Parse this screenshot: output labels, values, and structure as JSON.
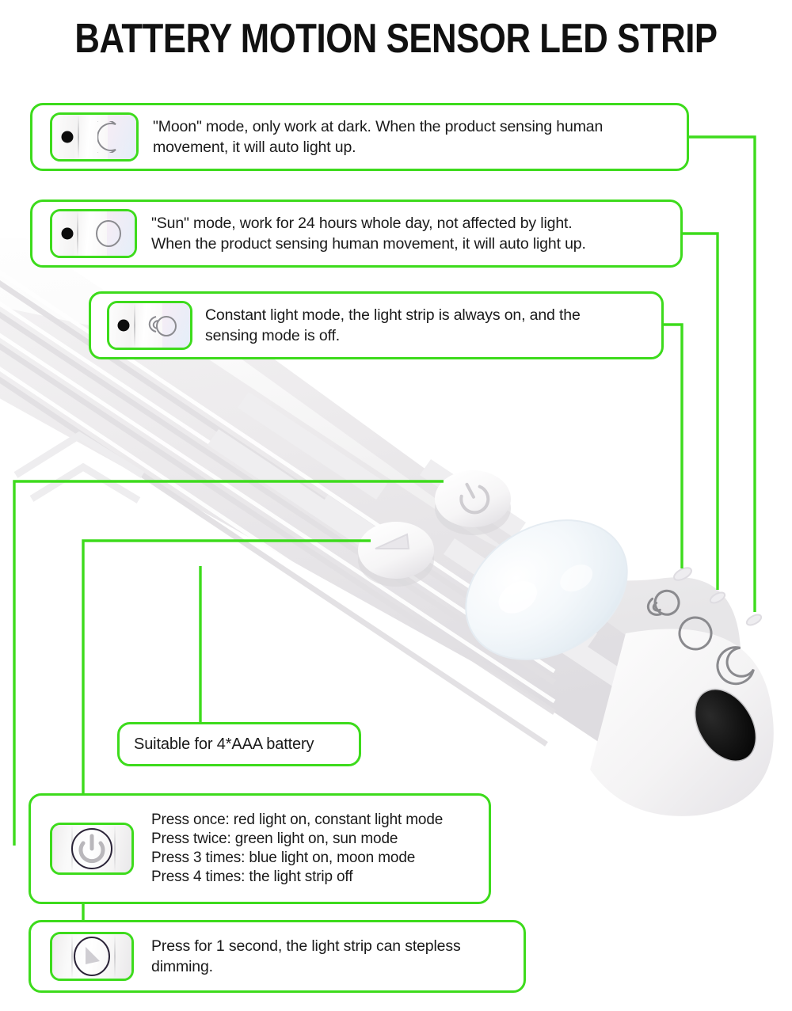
{
  "page": {
    "title": "BATTERY MOTION SENSOR LED STRIP",
    "accent_color": "#3ddb1c",
    "background": "#ffffff",
    "text_color": "#1a1a1a"
  },
  "product": {
    "name": "battery motion sensor led strip",
    "controls": [
      {
        "name": "power-button",
        "symbol": "power"
      },
      {
        "name": "dimmer-button",
        "symbol": "triangle"
      },
      {
        "name": "pir-sensor-dome",
        "symbol": "dome"
      },
      {
        "name": "constant-mode-indicator",
        "symbol": "bulb"
      },
      {
        "name": "sun-mode-indicator",
        "symbol": "circle"
      },
      {
        "name": "moon-mode-indicator",
        "symbol": "crescent"
      }
    ]
  },
  "callouts": [
    {
      "id": "moon-mode",
      "icon": "moon-mode-icon",
      "symbol": "crescent",
      "text": "\"Moon\" mode, only work at dark. When the product sensing human\nmovement, it will auto light up."
    },
    {
      "id": "sun-mode",
      "icon": "sun-mode-icon",
      "symbol": "circle",
      "text": "\"Sun\" mode, work for 24 hours whole day, not affected by light.\nWhen the product sensing human movement, it will auto light up."
    },
    {
      "id": "constant-light-mode",
      "icon": "constant-light-mode-icon",
      "symbol": "bulb",
      "text": "Constant light mode, the light strip is always on, and the\nsensing mode is off."
    },
    {
      "id": "battery",
      "icon": null,
      "symbol": null,
      "text": "Suitable for 4*AAA battery"
    },
    {
      "id": "power-button",
      "icon": "power-button-icon",
      "symbol": "power",
      "text": "Press once: red light on, constant light mode\nPress twice: green light on, sun mode\nPress 3 times: blue light on, moon mode\nPress 4 times: the light strip off"
    },
    {
      "id": "dimmer-button",
      "icon": "dimmer-button-icon",
      "symbol": "triangle",
      "text": "Press for 1 second, the light strip can stepless\ndimming."
    }
  ]
}
